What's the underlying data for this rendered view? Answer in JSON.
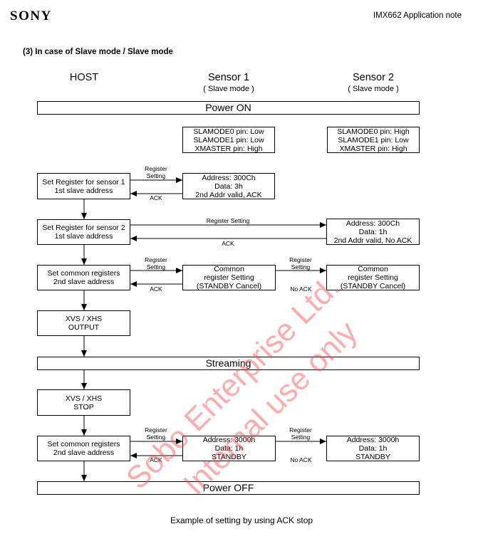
{
  "header": {
    "brand": "SONY",
    "doc_title": "IMX662  Application note"
  },
  "section_title": "(3) In case of Slave mode / Slave mode",
  "columns": {
    "host": "HOST",
    "sensor1": {
      "title": "Sensor 1",
      "subtitle": "( Slave mode )"
    },
    "sensor2": {
      "title": "Sensor 2",
      "subtitle": "( Slave mode )"
    }
  },
  "bars": {
    "power_on": "Power ON",
    "streaming": "Streaming",
    "power_off": "Power OFF"
  },
  "pins": {
    "sensor1": [
      "SLAMODE0 pin: Low",
      "SLAMODE1 pin: Low",
      "XMASTER pin: High"
    ],
    "sensor2": [
      "SLAMODE0 pin: High",
      "SLAMODE1 pin: Low",
      "XMASTER pin: High"
    ]
  },
  "host_steps": {
    "step1": [
      "Set Register for sensor 1",
      "1st slave address"
    ],
    "step2": [
      "Set Register for sensor 2",
      "1st slave address"
    ],
    "step3": [
      "Set common registers",
      "2nd slave address"
    ],
    "xvs_output": [
      "XVS / XHS",
      "OUTPUT"
    ],
    "xvs_stop": [
      "XVS / XHS",
      "STOP"
    ],
    "step4": [
      "Set common registers",
      "2nd slave address"
    ]
  },
  "sensor_steps": {
    "s1_step1": [
      "Address: 300Ch",
      "Data: 3h",
      "2nd Addr valid, ACK"
    ],
    "s2_step2": [
      "Address: 300Ch",
      "Data: 1h",
      "2nd Addr valid, No ACK"
    ],
    "s1_common": [
      "Common",
      "register Setting",
      "(STANDBY Cancel)"
    ],
    "s2_common": [
      "Common",
      "register Setting",
      "(STANDBY Cancel)"
    ],
    "s1_standby": [
      "Address: 3000h",
      "Data: 1h",
      "STANDBY"
    ],
    "s2_standby": [
      "Address: 3000h",
      "Data: 1h",
      "STANDBY"
    ]
  },
  "labels": {
    "register_setting_2line": [
      "Register",
      "Setting"
    ],
    "register_setting": "Register Setting",
    "ack": "ACK",
    "no_ack": "No ACK"
  },
  "watermark": [
    "Sobo Enterprise Ltd.",
    "Internal use only"
  ],
  "caption": "Example of setting by using ACK stop"
}
